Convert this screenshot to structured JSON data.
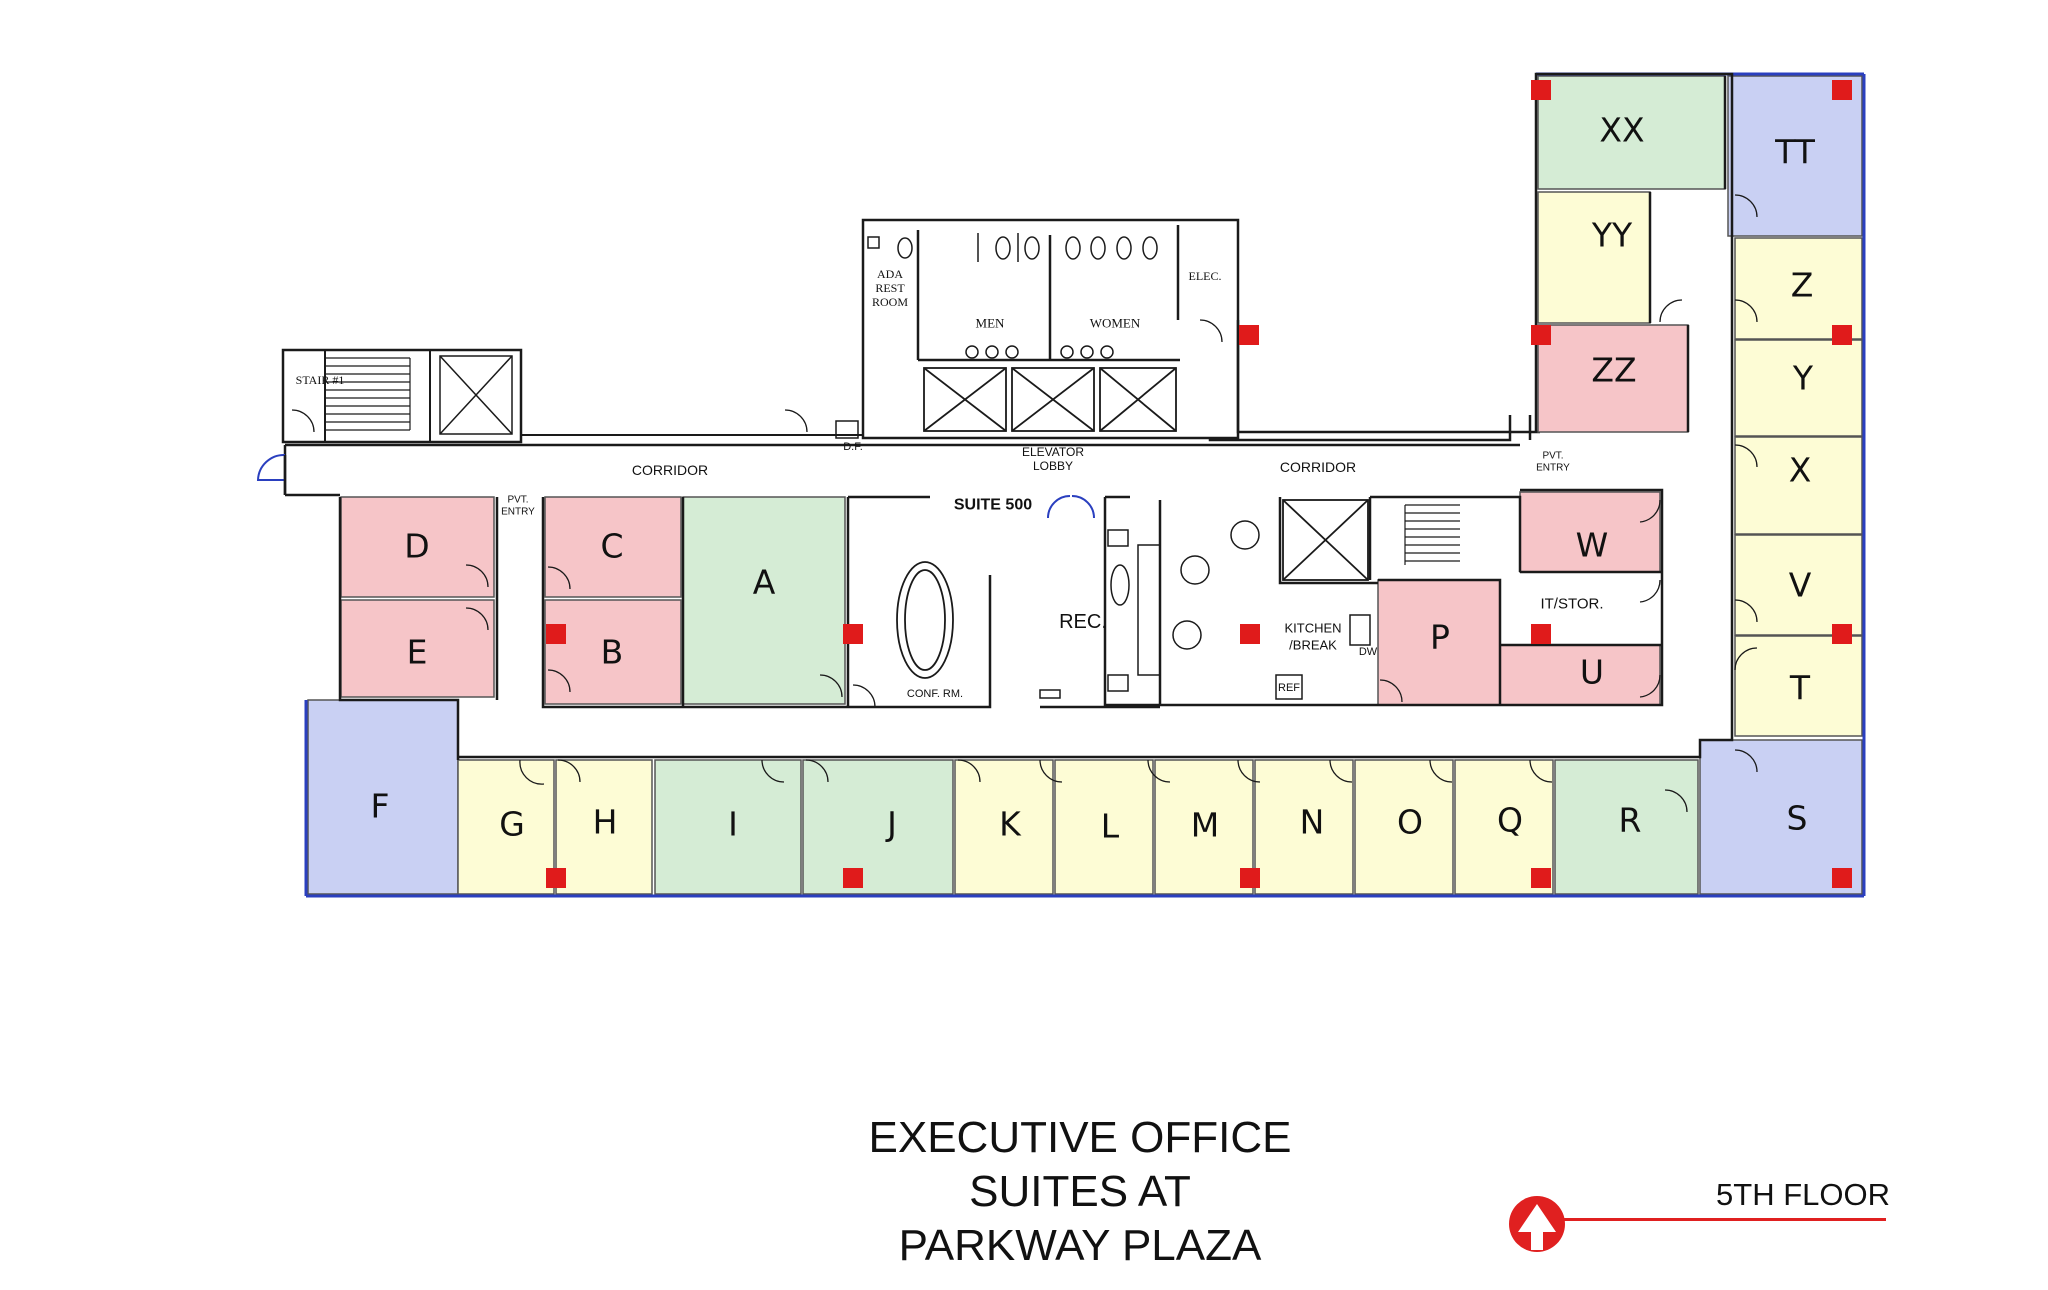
{
  "title": {
    "line1": "EXECUTIVE OFFICE",
    "line2": "SUITES AT",
    "line3": "PARKWAY PLAZA"
  },
  "floor_label": "5TH FLOOR",
  "colors": {
    "pink": "#f6c5c8",
    "green": "#d5ecd5",
    "yellow": "#fdfcd5",
    "blue": "#c9d0f3",
    "marker": "#e01b1b",
    "wall": "#1a1a1a",
    "window": "#2a3fbf"
  },
  "icons": [
    "north-arrow-icon",
    "door-swing-icon",
    "elevator-icon",
    "stair-icon"
  ],
  "suites": [
    {
      "id": "D",
      "color": "pink"
    },
    {
      "id": "E",
      "color": "pink"
    },
    {
      "id": "C",
      "color": "pink"
    },
    {
      "id": "B",
      "color": "pink"
    },
    {
      "id": "A",
      "color": "green"
    },
    {
      "id": "F",
      "color": "blue"
    },
    {
      "id": "G",
      "color": "yellow"
    },
    {
      "id": "H",
      "color": "yellow"
    },
    {
      "id": "I",
      "color": "green"
    },
    {
      "id": "J",
      "color": "green"
    },
    {
      "id": "K",
      "color": "yellow"
    },
    {
      "id": "L",
      "color": "yellow"
    },
    {
      "id": "M",
      "color": "yellow"
    },
    {
      "id": "N",
      "color": "yellow"
    },
    {
      "id": "O",
      "color": "yellow"
    },
    {
      "id": "Q",
      "color": "yellow"
    },
    {
      "id": "R",
      "color": "green"
    },
    {
      "id": "S",
      "color": "blue"
    },
    {
      "id": "T",
      "color": "yellow"
    },
    {
      "id": "V",
      "color": "yellow"
    },
    {
      "id": "X",
      "color": "yellow"
    },
    {
      "id": "Y",
      "color": "yellow"
    },
    {
      "id": "Z",
      "color": "yellow"
    },
    {
      "id": "TT",
      "color": "blue"
    },
    {
      "id": "XX",
      "color": "green"
    },
    {
      "id": "YY",
      "color": "yellow"
    },
    {
      "id": "ZZ",
      "color": "pink"
    },
    {
      "id": "W",
      "color": "pink"
    },
    {
      "id": "U",
      "color": "pink"
    },
    {
      "id": "P",
      "color": "pink"
    }
  ],
  "areas": {
    "corridor_left": "CORRIDOR",
    "corridor_right": "CORRIDOR",
    "suite_500": "SUITE 500",
    "reception": "REC.",
    "conference": "CONF. RM.",
    "kitchen_1": "KITCHEN",
    "kitchen_2": "/BREAK",
    "it_storage": "IT/STOR.",
    "elevator_lobby_1": "ELEVATOR",
    "elevator_lobby_2": "LOBBY",
    "stair": "STAIR #1",
    "pvt_entry_a": "PVT.",
    "pvt_entry_b": "ENTRY",
    "pvt_entry_c": "PVT.",
    "pvt_entry_d": "ENTRY",
    "ada_1": "ADA",
    "ada_2": "REST",
    "ada_3": "ROOM",
    "men": "MEN",
    "women": "WOMEN",
    "elec": "ELEC.",
    "drinking_fountain": "D.F.",
    "dishwasher": "DW",
    "refrigerator": "REF"
  }
}
